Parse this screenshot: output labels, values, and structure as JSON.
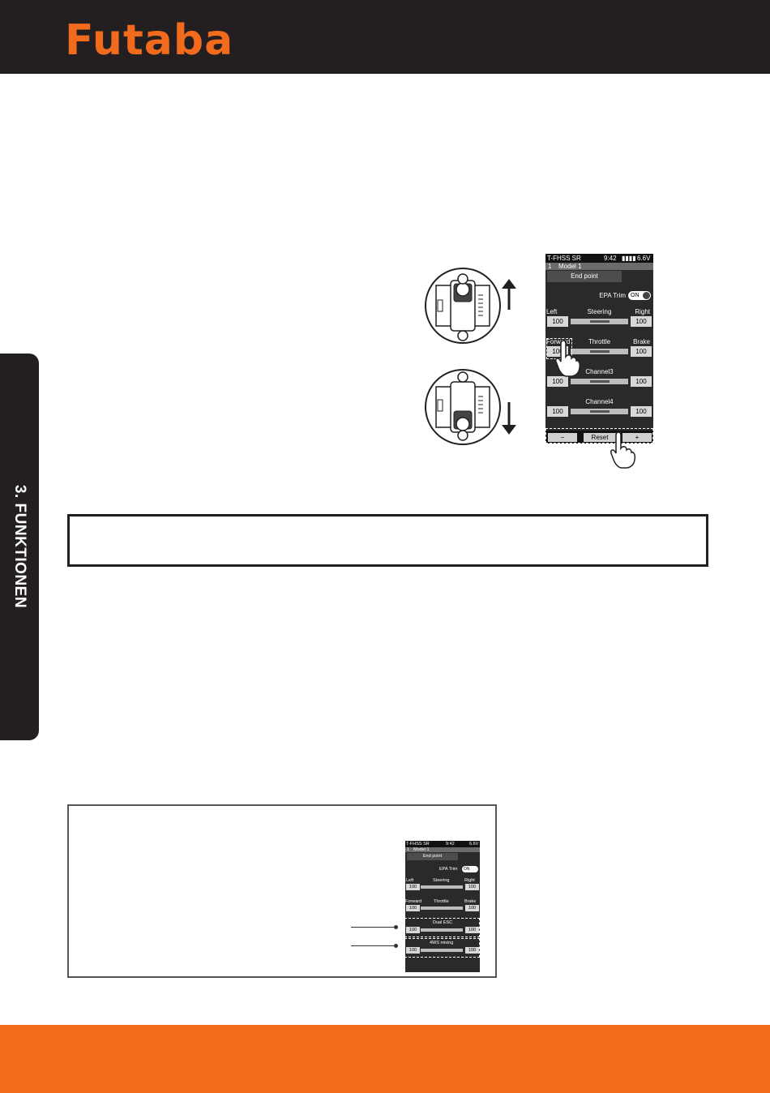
{
  "brand": {
    "logo_text": "Futaba",
    "accent": "#f26b1d",
    "dark": "#231f20"
  },
  "side_tab": {
    "label": "3. FUNKTIONEN"
  },
  "screen": {
    "status": {
      "system": "T-FHSS SR",
      "time": "9:42",
      "voltage": "6.6V"
    },
    "model": {
      "number": "1",
      "name": "Model 1"
    },
    "title": "End point",
    "epa_trim_label": "EPA Trim",
    "epa_trim_toggle": "ON",
    "rows": [
      {
        "left_label": "Left",
        "center_label": "Steering",
        "right_label": "Right",
        "left_value": "100",
        "right_value": "100"
      },
      {
        "left_label": "Forward",
        "center_label": "Throttle",
        "right_label": "Brake",
        "left_value": "100",
        "right_value": "100"
      },
      {
        "left_label": "",
        "center_label": "Channel3",
        "right_label": "",
        "left_value": "100",
        "right_value": "100"
      },
      {
        "left_label": "",
        "center_label": "Channel4",
        "right_label": "",
        "left_value": "100",
        "right_value": "100"
      }
    ],
    "buttons": {
      "minus": "−",
      "reset": "Reset",
      "plus": "+"
    }
  },
  "mini_screen": {
    "status": {
      "system": "T-FHSS SR",
      "time": "9:42",
      "voltage": "6.6V"
    },
    "model": {
      "number": "1",
      "name": "Model 1"
    },
    "title": "End point",
    "epa_trim_label": "EPA Trim",
    "epa_trim_toggle": "ON",
    "rows": [
      {
        "left_label": "Left",
        "center_label": "Steering",
        "right_label": "Right",
        "left_value": "100",
        "right_value": "100"
      },
      {
        "left_label": "Forward",
        "center_label": "Throttle",
        "right_label": "Brake",
        "left_value": "100",
        "right_value": "100"
      },
      {
        "left_label": "",
        "center_label": "Dual ESC",
        "right_label": "",
        "left_value": "100",
        "right_value": "100"
      },
      {
        "left_label": "",
        "center_label": "4WS mixing",
        "right_label": "",
        "left_value": "100",
        "right_value": "100"
      }
    ]
  }
}
